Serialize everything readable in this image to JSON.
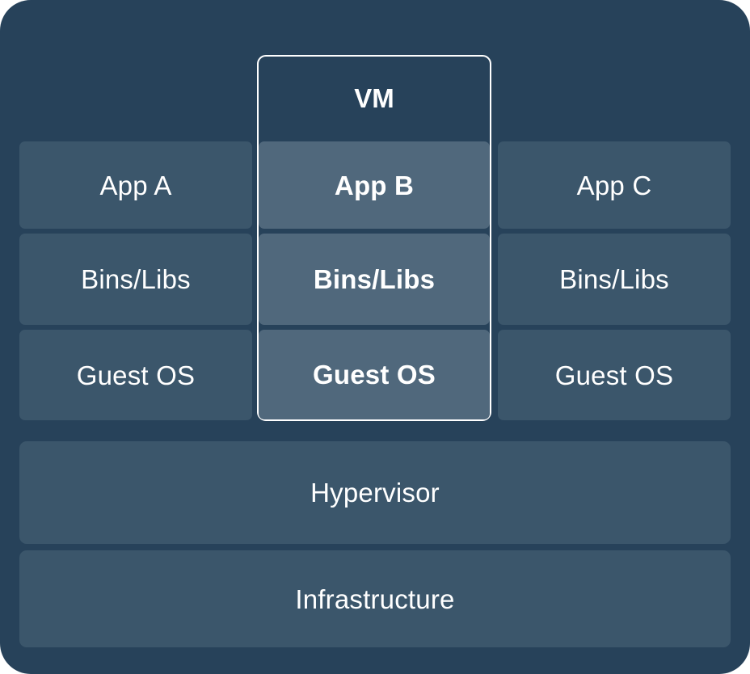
{
  "diagram": {
    "title": "VM",
    "kind": "virtual-machine-stack-diagram",
    "colors": {
      "background": "#27425a",
      "box_default": "#3b566b",
      "box_highlighted": "#50687c",
      "outline": "#ffffff",
      "text": "#ffffff"
    },
    "highlight": {
      "label": "VM",
      "column": "center"
    },
    "columns": [
      {
        "id": "left",
        "highlighted": false,
        "cells": [
          {
            "id": "app-a",
            "label": "App A"
          },
          {
            "id": "bins-libs",
            "label": "Bins/Libs"
          },
          {
            "id": "guest-os",
            "label": "Guest OS"
          }
        ]
      },
      {
        "id": "center",
        "highlighted": true,
        "cells": [
          {
            "id": "app-b",
            "label": "App B"
          },
          {
            "id": "bins-libs",
            "label": "Bins/Libs"
          },
          {
            "id": "guest-os",
            "label": "Guest OS"
          }
        ]
      },
      {
        "id": "right",
        "highlighted": false,
        "cells": [
          {
            "id": "app-c",
            "label": "App C"
          },
          {
            "id": "bins-libs",
            "label": "Bins/Libs"
          },
          {
            "id": "guest-os",
            "label": "Guest OS"
          }
        ]
      }
    ],
    "base_layers": [
      {
        "id": "hypervisor",
        "label": "Hypervisor"
      },
      {
        "id": "infrastructure",
        "label": "Infrastructure"
      }
    ]
  }
}
